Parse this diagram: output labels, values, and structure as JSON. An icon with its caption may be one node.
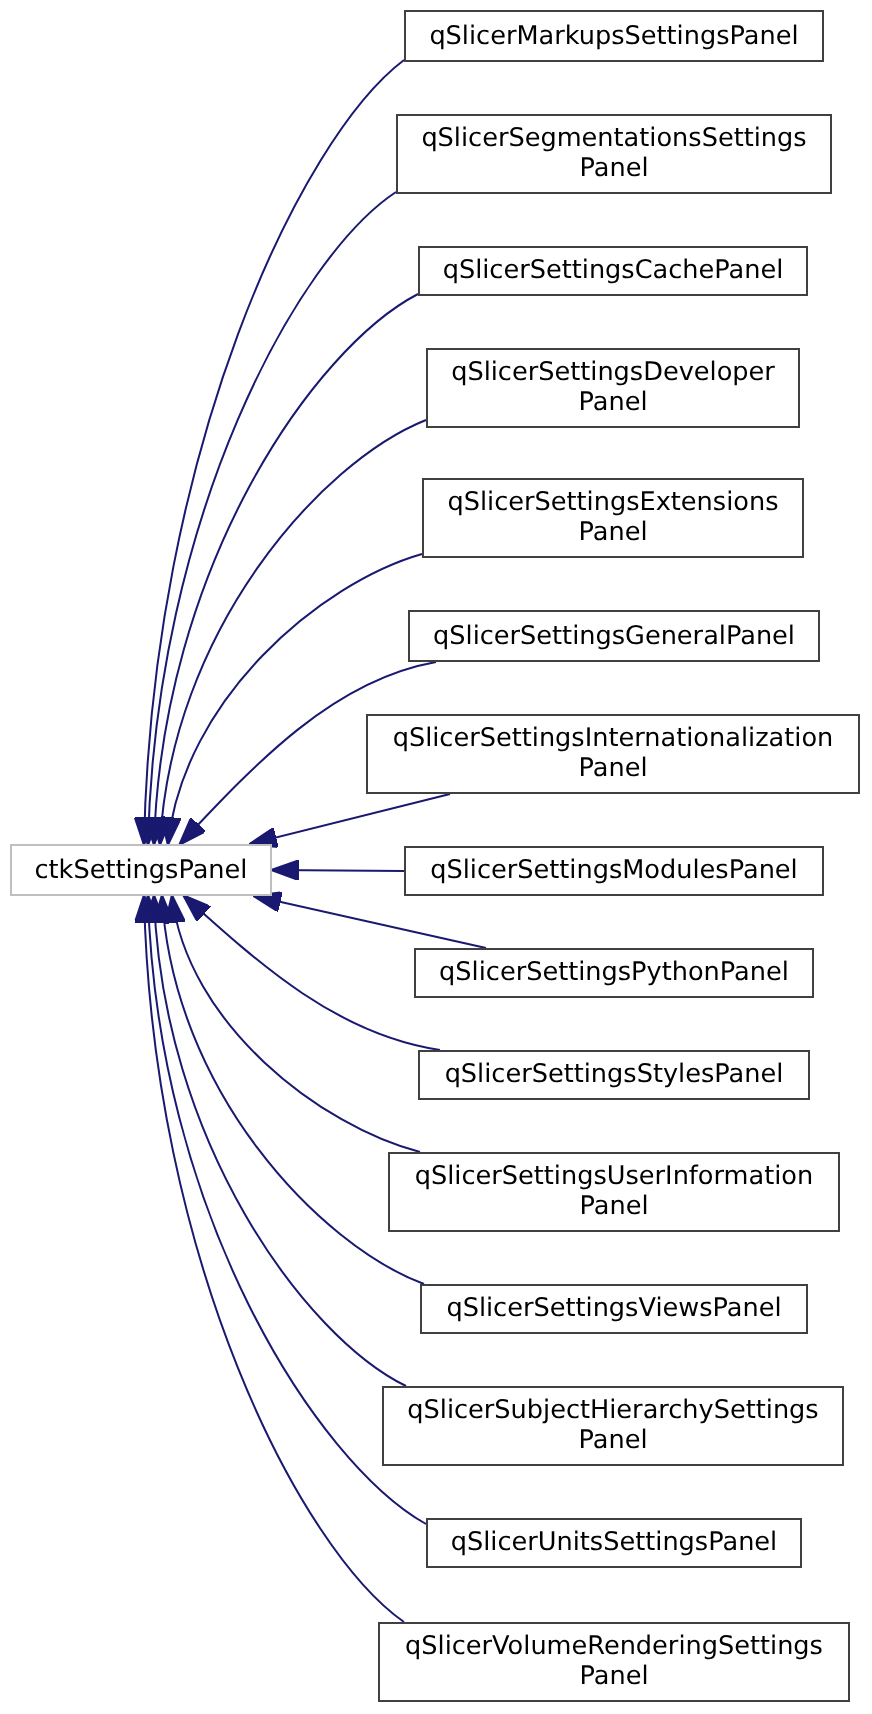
{
  "diagram": {
    "nodes": [
      {
        "text": [
          "ctkSettingsPanel"
        ]
      },
      {
        "text": [
          "qSlicerMarkupsSettingsPanel"
        ]
      },
      {
        "text": [
          "qSlicerSegmentationsSettings Panel"
        ]
      },
      {
        "text": [
          "qSlicerSettingsCachePanel"
        ]
      },
      {
        "text": [
          "qSlicerSettingsDeveloper Panel"
        ]
      },
      {
        "text": [
          "qSlicerSettingsExtensions Panel"
        ]
      },
      {
        "text": [
          "qSlicerSettingsGeneralPanel"
        ]
      },
      {
        "text": [
          "qSlicerSettingsInternationalization Panel"
        ]
      },
      {
        "text": [
          "qSlicerSettingsModulesPanel"
        ]
      },
      {
        "text": [
          "qSlicerSettingsPythonPanel"
        ]
      },
      {
        "text": [
          "qSlicerSettingsStylesPanel"
        ]
      },
      {
        "text": [
          "qSlicerSettingsUserInformation Panel"
        ]
      },
      {
        "text": [
          "qSlicerSettingsViewsPanel"
        ]
      },
      {
        "text": [
          "qSlicerSubjectHierarchySettings Panel"
        ]
      },
      {
        "text": [
          "qSlicerUnitsSettingsPanel"
        ]
      },
      {
        "text": [
          "qSlicerVolumeRenderingSettings Panel"
        ]
      }
    ],
    "edges": [
      {
        "from": 1,
        "to": 0,
        "arrow": "to"
      },
      {
        "from": 2,
        "to": 0,
        "arrow": "to"
      },
      {
        "from": 3,
        "to": 0,
        "arrow": "to"
      },
      {
        "from": 4,
        "to": 0,
        "arrow": "to"
      },
      {
        "from": 5,
        "to": 0,
        "arrow": "to"
      },
      {
        "from": 6,
        "to": 0,
        "arrow": "to"
      },
      {
        "from": 7,
        "to": 0,
        "arrow": "to"
      },
      {
        "from": 8,
        "to": 0,
        "arrow": "to"
      },
      {
        "from": 9,
        "to": 0,
        "arrow": "to"
      },
      {
        "from": 10,
        "to": 0,
        "arrow": "to"
      },
      {
        "from": 11,
        "to": 0,
        "arrow": "to"
      },
      {
        "from": 12,
        "to": 0,
        "arrow": "to"
      },
      {
        "from": 13,
        "to": 0,
        "arrow": "to"
      },
      {
        "from": 14,
        "to": 0,
        "arrow": "to"
      },
      {
        "from": 15,
        "to": 0,
        "arrow": "to"
      }
    ]
  }
}
